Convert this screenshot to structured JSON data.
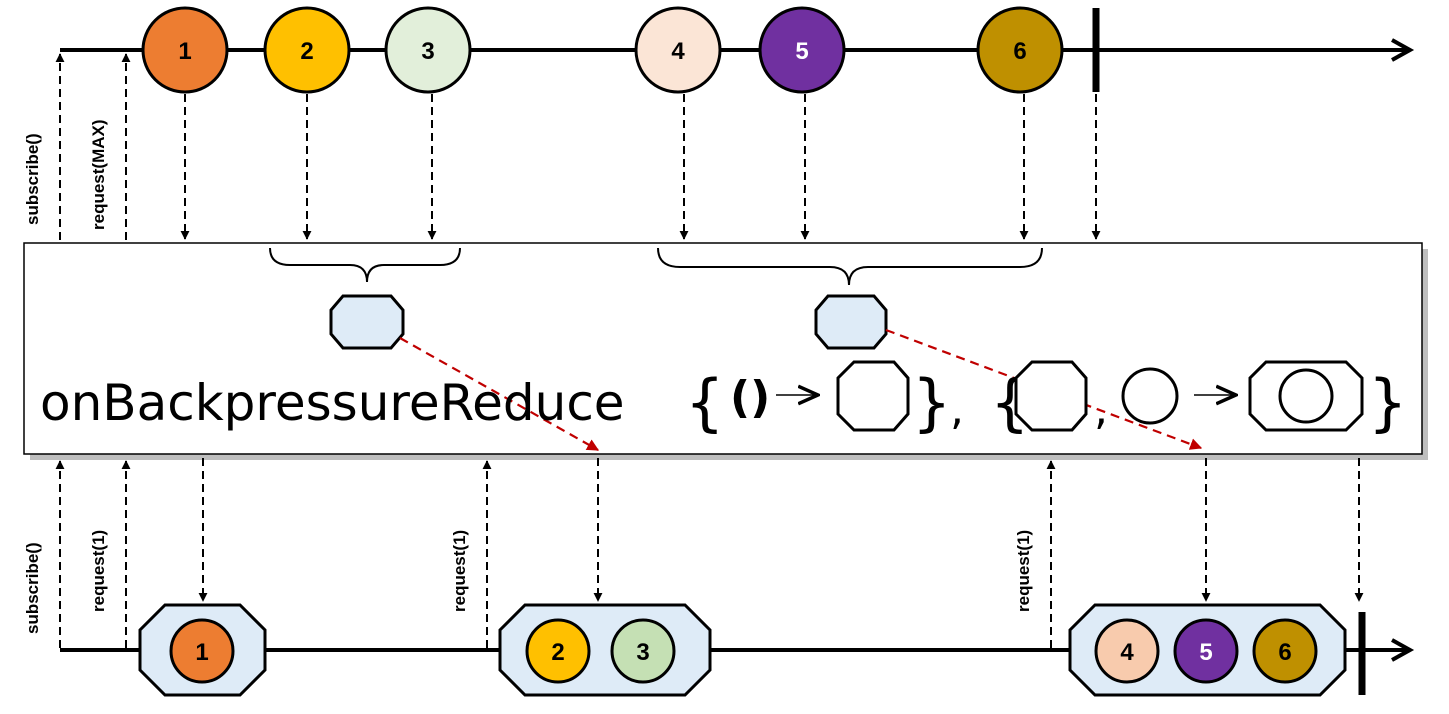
{
  "operator": {
    "name": "onBackpressureReduce",
    "open_brace_1": "{",
    "parens": "()",
    "arrow_1": "→",
    "close_brace_1": "}",
    "comma_1": ",",
    "open_brace_2": "{",
    "comma_2": ",",
    "arrow_2": "→",
    "close_brace_2": "}"
  },
  "upstream": {
    "signal_1": "subscribe()",
    "signal_2": "request(MAX)",
    "items": [
      {
        "label": "1",
        "color": "#ED7D31",
        "text_color": "#000000"
      },
      {
        "label": "2",
        "color": "#FFC000",
        "text_color": "#000000"
      },
      {
        "label": "3",
        "color": "#E2EFDA",
        "text_color": "#000000"
      },
      {
        "label": "4",
        "color": "#FBE5D6",
        "text_color": "#000000"
      },
      {
        "label": "5",
        "color": "#7030A0",
        "text_color": "#FFFFFF"
      },
      {
        "label": "6",
        "color": "#BF9000",
        "text_color": "#000000"
      }
    ]
  },
  "downstream": {
    "signal_1": "subscribe()",
    "signal_2": "request(1)",
    "signal_3": "request(1)",
    "signal_4": "request(1)",
    "groups": [
      {
        "items": [
          {
            "label": "1",
            "color": "#ED7D31",
            "text_color": "#000000"
          }
        ]
      },
      {
        "items": [
          {
            "label": "2",
            "color": "#FFC000",
            "text_color": "#000000"
          },
          {
            "label": "3",
            "color": "#C5E0B4",
            "text_color": "#000000"
          }
        ]
      },
      {
        "items": [
          {
            "label": "4",
            "color": "#F8CBAD",
            "text_color": "#000000"
          },
          {
            "label": "5",
            "color": "#7030A0",
            "text_color": "#FFFFFF"
          },
          {
            "label": "6",
            "color": "#BF9000",
            "text_color": "#000000"
          }
        ]
      }
    ]
  },
  "colors": {
    "container_fill": "#DEEBF7",
    "reduce_arrow": "#C00000",
    "line": "#000000"
  }
}
